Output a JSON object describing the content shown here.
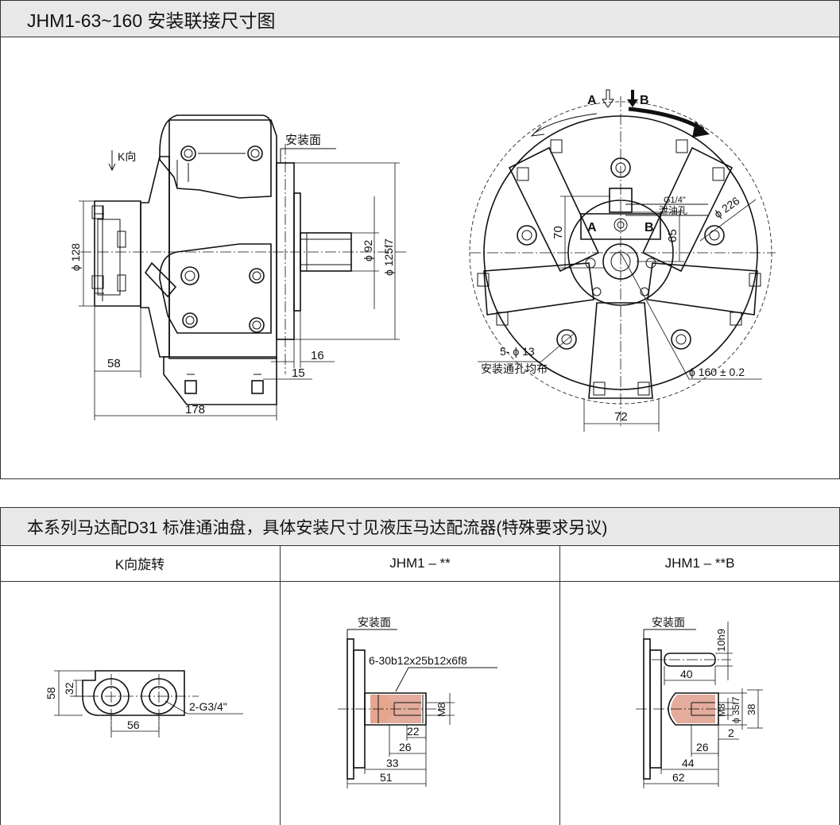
{
  "top": {
    "title": "JHM1-63~160 安装联接尺寸图",
    "side_view": {
      "k_direction": "K向",
      "mount_face": "安装面",
      "dims": [
        "ϕ 128",
        "58",
        "178",
        "ϕ 92",
        "ϕ 125f7",
        "16",
        "15"
      ]
    },
    "front_view": {
      "arrow_a": "A",
      "arrow_b": "B",
      "port_a": "A",
      "port_b": "B",
      "drain": "G1/4\"",
      "drain_label": "泄油孔",
      "holes": "5- ϕ 13",
      "holes_note": "安装通孔均布",
      "dims": [
        "70",
        "65",
        "ϕ 226",
        "ϕ 160 ± 0.2",
        "72"
      ]
    }
  },
  "bottom": {
    "title": "本系列马达配D31 标准通油盘，具体安装尺寸见液压马达配流器(特殊要求另议)",
    "columns": [
      {
        "header": "K向旋转",
        "labels": [
          "58",
          "32",
          "56",
          "2-G3/4\""
        ]
      },
      {
        "header": "JHM1 – **",
        "labels": [
          "安装面",
          "6-30b12x25b12x6f8",
          "M8",
          "22",
          "26",
          "33",
          "51"
        ]
      },
      {
        "header": "JHM1 – **B",
        "labels": [
          "安装面",
          "10h9",
          "40",
          "M8",
          "ϕ 35f7",
          "38",
          "26",
          "2",
          "44",
          "62"
        ]
      }
    ]
  }
}
